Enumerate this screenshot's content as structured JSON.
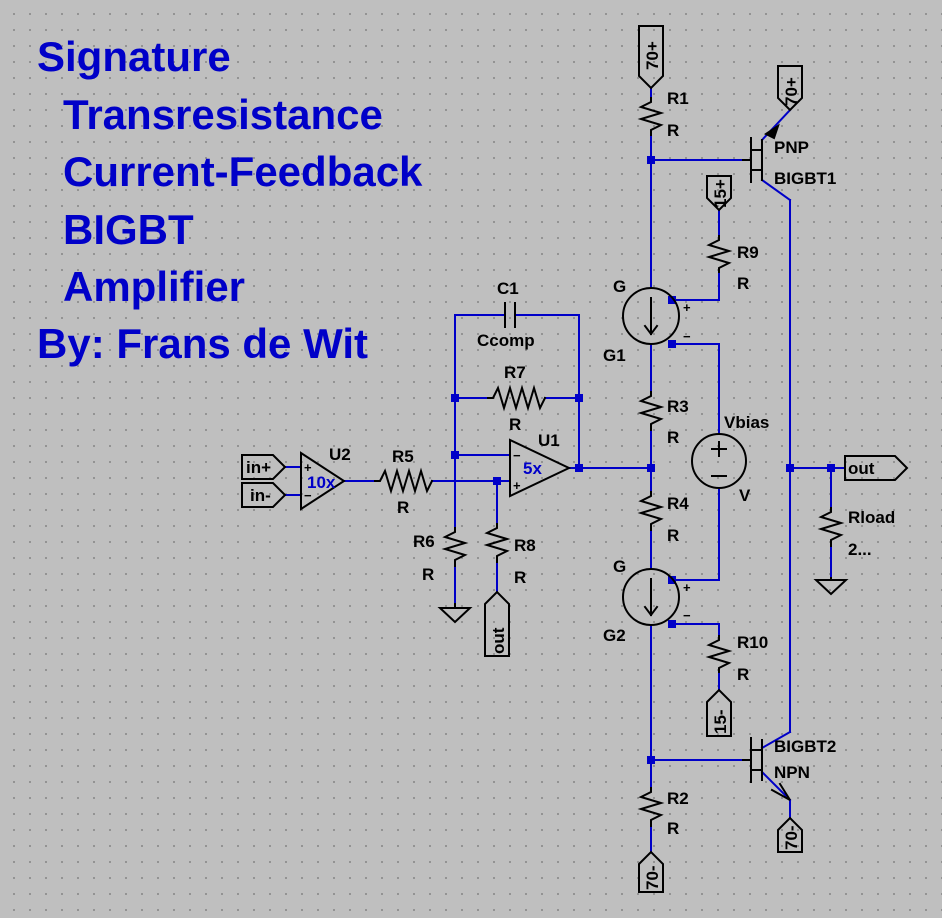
{
  "title": {
    "line1": "Signature",
    "line2": "Transresistance",
    "line3": "Current-Feedback",
    "line4": "BIGBT",
    "line5": "Amplifier",
    "line6": "By: Frans de Wit"
  },
  "components": {
    "r1": {
      "name": "R1",
      "value": "R"
    },
    "r2": {
      "name": "R2",
      "value": "R"
    },
    "r3": {
      "name": "R3",
      "value": "R"
    },
    "r4": {
      "name": "R4",
      "value": "R"
    },
    "r5": {
      "name": "R5",
      "value": "R"
    },
    "r6": {
      "name": "R6",
      "value": "R"
    },
    "r7": {
      "name": "R7",
      "value": "R"
    },
    "r8": {
      "name": "R8",
      "value": "R"
    },
    "r9": {
      "name": "R9",
      "value": "R"
    },
    "r10": {
      "name": "R10",
      "value": "R"
    },
    "rload": {
      "name": "Rload",
      "value": "2..."
    },
    "c1": {
      "name": "C1",
      "value": "Ccomp"
    },
    "u1": {
      "name": "U1",
      "gain": "5x"
    },
    "u2": {
      "name": "U2",
      "gain": "10x"
    },
    "g1": {
      "name": "G1",
      "value": "G"
    },
    "g2": {
      "name": "G2",
      "value": "G"
    },
    "vbias": {
      "name": "Vbias",
      "value": "V"
    },
    "q1": {
      "name": "BIGBT1",
      "type": "PNP"
    },
    "q2": {
      "name": "BIGBT2",
      "type": "NPN"
    }
  },
  "nets": {
    "vpos": "70+",
    "vneg": "70-",
    "v15pos": "15+",
    "v15neg": "15-",
    "in_plus": "in+",
    "in_minus": "in-",
    "out": "out"
  },
  "pins": {
    "plus": "+",
    "minus": "−"
  },
  "colors": {
    "wire": "#0000c8",
    "symbol": "#000000",
    "background": "#bfbfbf"
  }
}
